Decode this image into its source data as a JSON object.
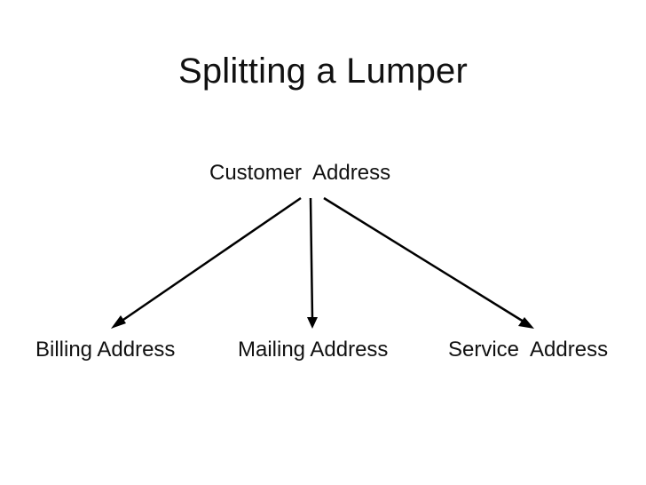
{
  "title": "Splitting a Lumper",
  "root": {
    "label": "Customer  Address"
  },
  "children": [
    {
      "key": "billing",
      "label": "Billing Address"
    },
    {
      "key": "mailing",
      "label": "Mailing Address"
    },
    {
      "key": "service",
      "label": "Service  Address"
    }
  ],
  "colors": {
    "background": "#ffffff",
    "text": "#111111",
    "arrow": "#000000"
  }
}
